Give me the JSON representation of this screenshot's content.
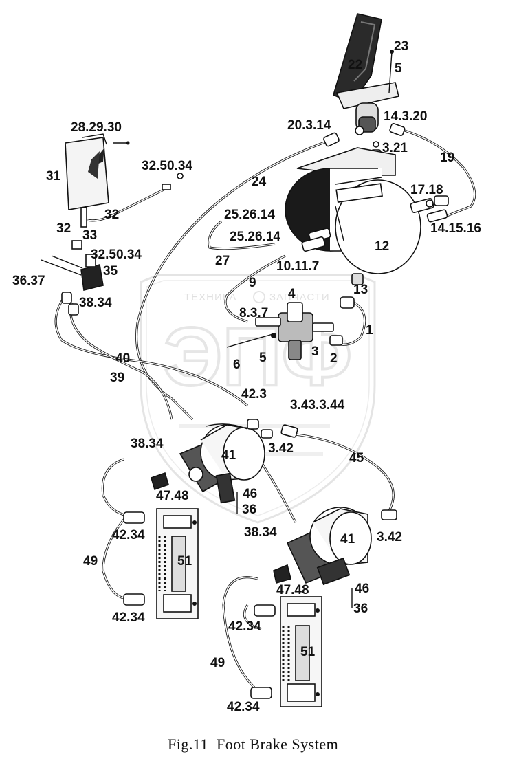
{
  "caption": "Fig.11  Foot Brake System",
  "watermark": {
    "line1": "ТЕХНИКА",
    "line2": "ЗАПЧАСТИ",
    "logo": "ЭПФ"
  },
  "labels": {
    "l23": "23",
    "l22": "22",
    "l5a": "5",
    "l28": "28.29.30",
    "l20314": "20.3.14",
    "l14320": "14.3.20",
    "l321": "3.21",
    "l19": "19",
    "l325034a": "32.50.34",
    "l31": "31",
    "l24": "24",
    "l1718": "17.18",
    "l32a": "32",
    "l32b": "32",
    "l252614a": "25.26.14",
    "l141516": "14.15.16",
    "l33": "33",
    "l252614b": "25.26.14",
    "l12": "12",
    "l325034b": "32.50.34",
    "l27": "27",
    "l10117": "10.11.7",
    "l35": "35",
    "l3637": "36.37",
    "l9": "9",
    "l13": "13",
    "l4": "4",
    "l3834a": "38.34",
    "l837": "8.3.7",
    "l1": "1",
    "l3": "3",
    "l5b": "5",
    "l2": "2",
    "l6": "6",
    "l40": "40",
    "l39": "39",
    "l423": "42.3",
    "l34344": "3.43.3.44",
    "l3834b": "38.34",
    "l41a": "41",
    "l342a": "3.42",
    "l45": "45",
    "l4748a": "47.48",
    "l46a": "46",
    "l36a": "36",
    "l3834c": "38.34",
    "l41b": "41",
    "l342b": "3.42",
    "l4234a": "42.34",
    "l49a": "49",
    "l51a": "51",
    "l4748b": "47.48",
    "l46b": "46",
    "l36b": "36",
    "l4234b": "42.34",
    "l4234c": "42.34",
    "l51b": "51",
    "l49b": "49",
    "l4234d": "42.34"
  }
}
